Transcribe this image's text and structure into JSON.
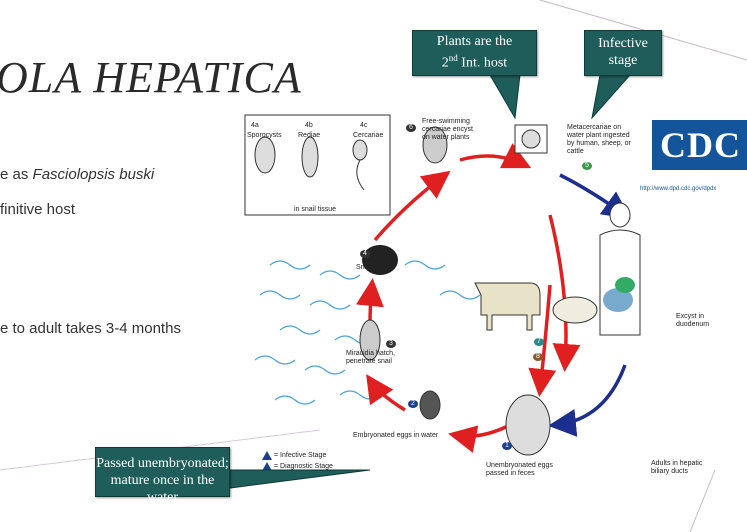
{
  "slide": {
    "title": "OLA HEPATICA",
    "bullets": [
      {
        "pre": "e as ",
        "italic": "Fasciolopsis buski"
      },
      {
        "text": "finitive host"
      },
      {
        "text": "e to adult takes 3-4 months"
      }
    ]
  },
  "callouts": {
    "plants_host": {
      "line1": "Plants are the",
      "line2_base": "2",
      "line2_sup": "nd",
      "line2_rest": " Int. host"
    },
    "infective": {
      "line1": "Infective",
      "line2": "stage"
    },
    "passed": {
      "line1": "Passed unembryonated;",
      "line2": "mature once in the water"
    }
  },
  "diagram": {
    "stage_boxes": {
      "a": "4a",
      "b": "4b",
      "c": "4c"
    },
    "stage_labels": {
      "sporocysts": "Sporocysts",
      "rediae": "Rediae",
      "cercariae": "Cercariae",
      "snail_tissue": "in snail tissue"
    },
    "labels": {
      "free_swimming": "Free-swimming cercariae encyst on water plants",
      "metacercariae": "Metacercariae on water plant ingested by human, sheep, or cattle",
      "snail": "Snail",
      "miracidia": "Miracidia hatch, penetrate snail",
      "embryonated": "Embryonated eggs in water",
      "unembryonated": "Unembryonated eggs passed in feces",
      "adults": "Adults in hepatic biliary ducts",
      "excyst": "Excyst in duodenum"
    },
    "numbers": {
      "n1": "1",
      "n2": "2",
      "n3": "3",
      "n4": "4",
      "n5": "5",
      "n6": "6",
      "n7": "7",
      "n8": "8"
    },
    "legend": {
      "infective": "= Infective Stage",
      "diagnostic": "= Diagnostic Stage"
    },
    "legend_marks": {
      "i": "i",
      "d": "d"
    }
  },
  "cdc": {
    "logo": "CDC",
    "url": "http://www.dpd.cdc.gov/dpdx"
  },
  "colors": {
    "callout": "#1f5d5a",
    "red_arrow": "#e02020",
    "blue_arrow": "#1c2f8f",
    "cdc": "#14549a"
  }
}
